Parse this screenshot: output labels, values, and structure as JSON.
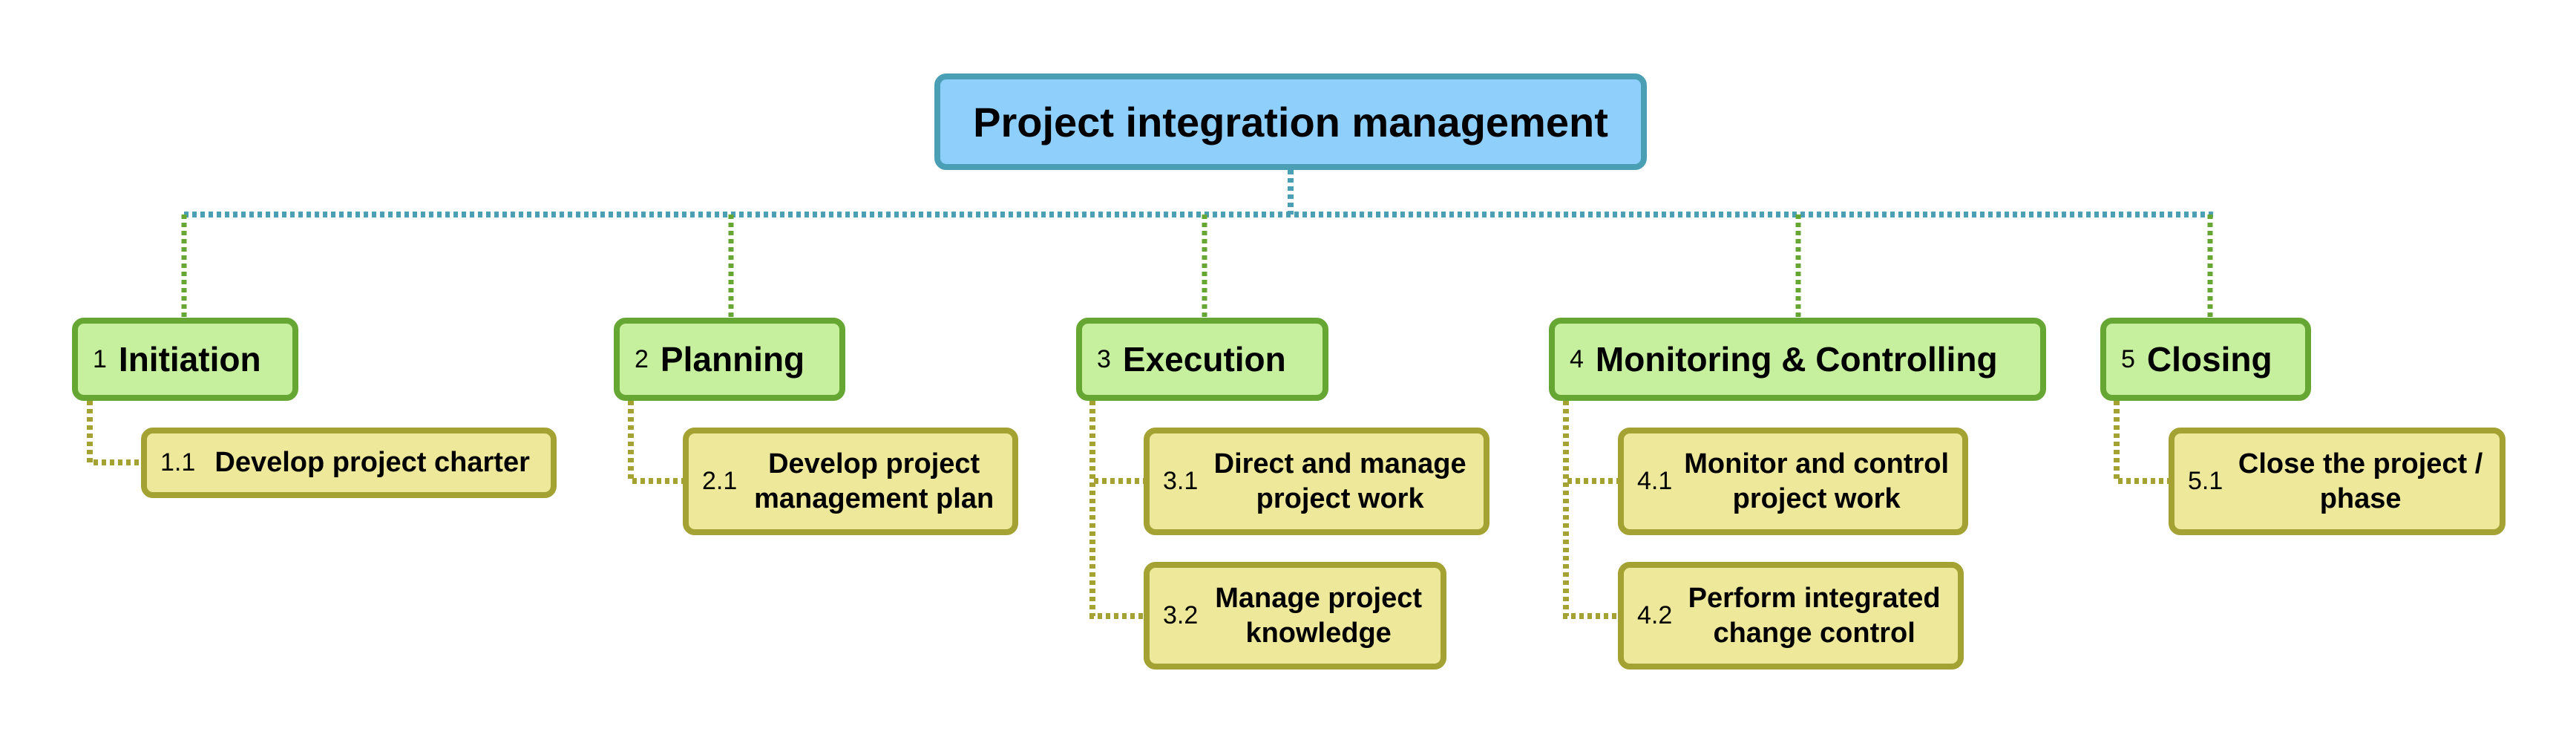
{
  "root": {
    "label": "Project integration management"
  },
  "phases": [
    {
      "number": "1",
      "label": "Initiation"
    },
    {
      "number": "2",
      "label": "Planning"
    },
    {
      "number": "3",
      "label": "Execution"
    },
    {
      "number": "4",
      "label": "Monitoring & Controlling"
    },
    {
      "number": "5",
      "label": "Closing"
    }
  ],
  "tasks": [
    {
      "number": "1.1",
      "label": "Develop project charter"
    },
    {
      "number": "2.1",
      "label": "Develop project management plan"
    },
    {
      "number": "3.1",
      "label": "Direct and manage project work"
    },
    {
      "number": "3.2",
      "label": "Manage project knowledge"
    },
    {
      "number": "4.1",
      "label": "Monitor and control project work"
    },
    {
      "number": "4.2",
      "label": "Perform integrated change control"
    },
    {
      "number": "5.1",
      "label": "Close the project / phase"
    }
  ],
  "colors": {
    "root_fill": "#8ecffc",
    "root_border": "#4a9fb5",
    "phase_fill": "#c6ef9e",
    "phase_border": "#66a633",
    "task_fill": "#eee89a",
    "task_border": "#a3a233"
  }
}
